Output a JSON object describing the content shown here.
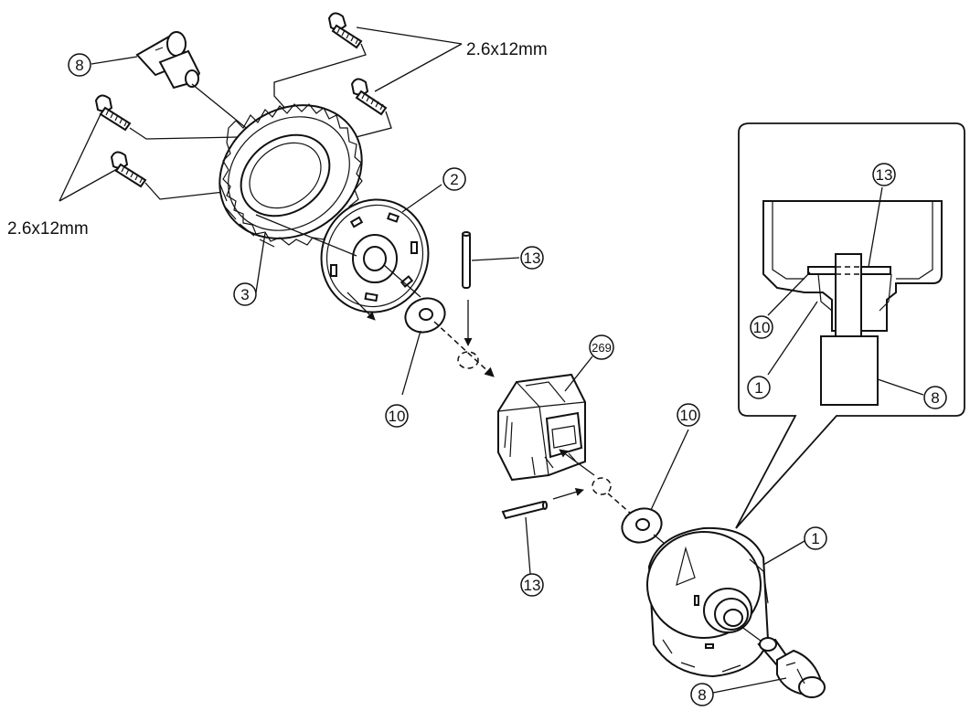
{
  "dimension_labels": {
    "screw_size_top": "2.6x12mm",
    "screw_size_left": "2.6x12mm"
  },
  "callouts": {
    "part_8_top": "8",
    "part_2": "2",
    "part_3": "3",
    "part_13_pin_top": "13",
    "part_10_left": "10",
    "part_269": "269",
    "part_10_right": "10",
    "part_13_pin_bottom": "13",
    "part_1": "1",
    "part_8_bottom": "8",
    "inset_13": "13",
    "inset_10": "10",
    "inset_1": "1",
    "inset_8": "8"
  }
}
